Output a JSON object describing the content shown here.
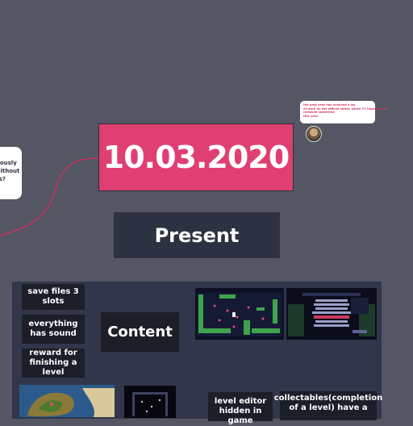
{
  "left_card": {
    "text": "riously\nwithout\nes?"
  },
  "date_title": "10.03.2020",
  "comment": {
    "text": "the past year has involved a lot\nof work on the official editor, which I'll hopefully be\nreleased sometime\nthis year."
  },
  "present_title": "Present",
  "content_title": "Content",
  "features": [
    "save files 3 slots",
    "everything has sound",
    "reward for finishing a level",
    "level editor hidden in game",
    "collectables(completion of a level) have a"
  ],
  "colors": {
    "background": "#545763",
    "accent": "#df3f71",
    "dark_card": "#2d3242",
    "feature_card": "#1c1e28",
    "panel": "#31364a"
  }
}
